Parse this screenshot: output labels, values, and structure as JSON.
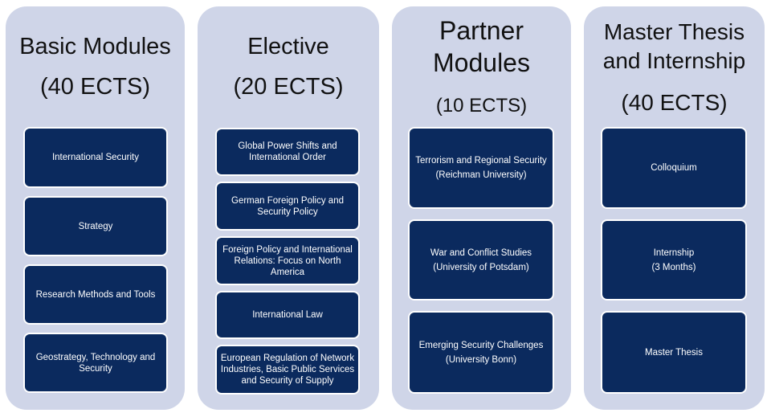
{
  "columns": {
    "basic": {
      "title": "Basic Modules",
      "ects": "(40 ECTS)",
      "modules": [
        "International Security",
        "Strategy",
        "Research Methods and Tools",
        "Geostrategy, Technology and Security"
      ]
    },
    "elective": {
      "title": "Elective",
      "ects": "(20 ECTS)",
      "modules": [
        "Global Power Shifts and International Order",
        "German Foreign Policy and Security Policy",
        "Foreign Policy and International Relations: Focus on North America",
        "International Law",
        "European Regulation of Network Industries, Basic Public Services and Security of Supply"
      ]
    },
    "partner": {
      "title_line1": "Partner",
      "title_line2": "Modules",
      "ects": "(10 ECTS)",
      "modules": [
        {
          "name": "Terrorism and Regional Security",
          "university": "(Reichman University)"
        },
        {
          "name": "War and Conflict Studies",
          "university": "(University of Potsdam)"
        },
        {
          "name": "Emerging Security Challenges",
          "university": "(University Bonn)"
        }
      ]
    },
    "thesis": {
      "title_line1": "Master Thesis",
      "title_line2": "and Internship",
      "ects": "(40 ECTS)",
      "modules": [
        {
          "name": "Colloquium"
        },
        {
          "name": "Internship",
          "detail": "(3 Months)"
        },
        {
          "name": "Master Thesis"
        }
      ]
    }
  }
}
